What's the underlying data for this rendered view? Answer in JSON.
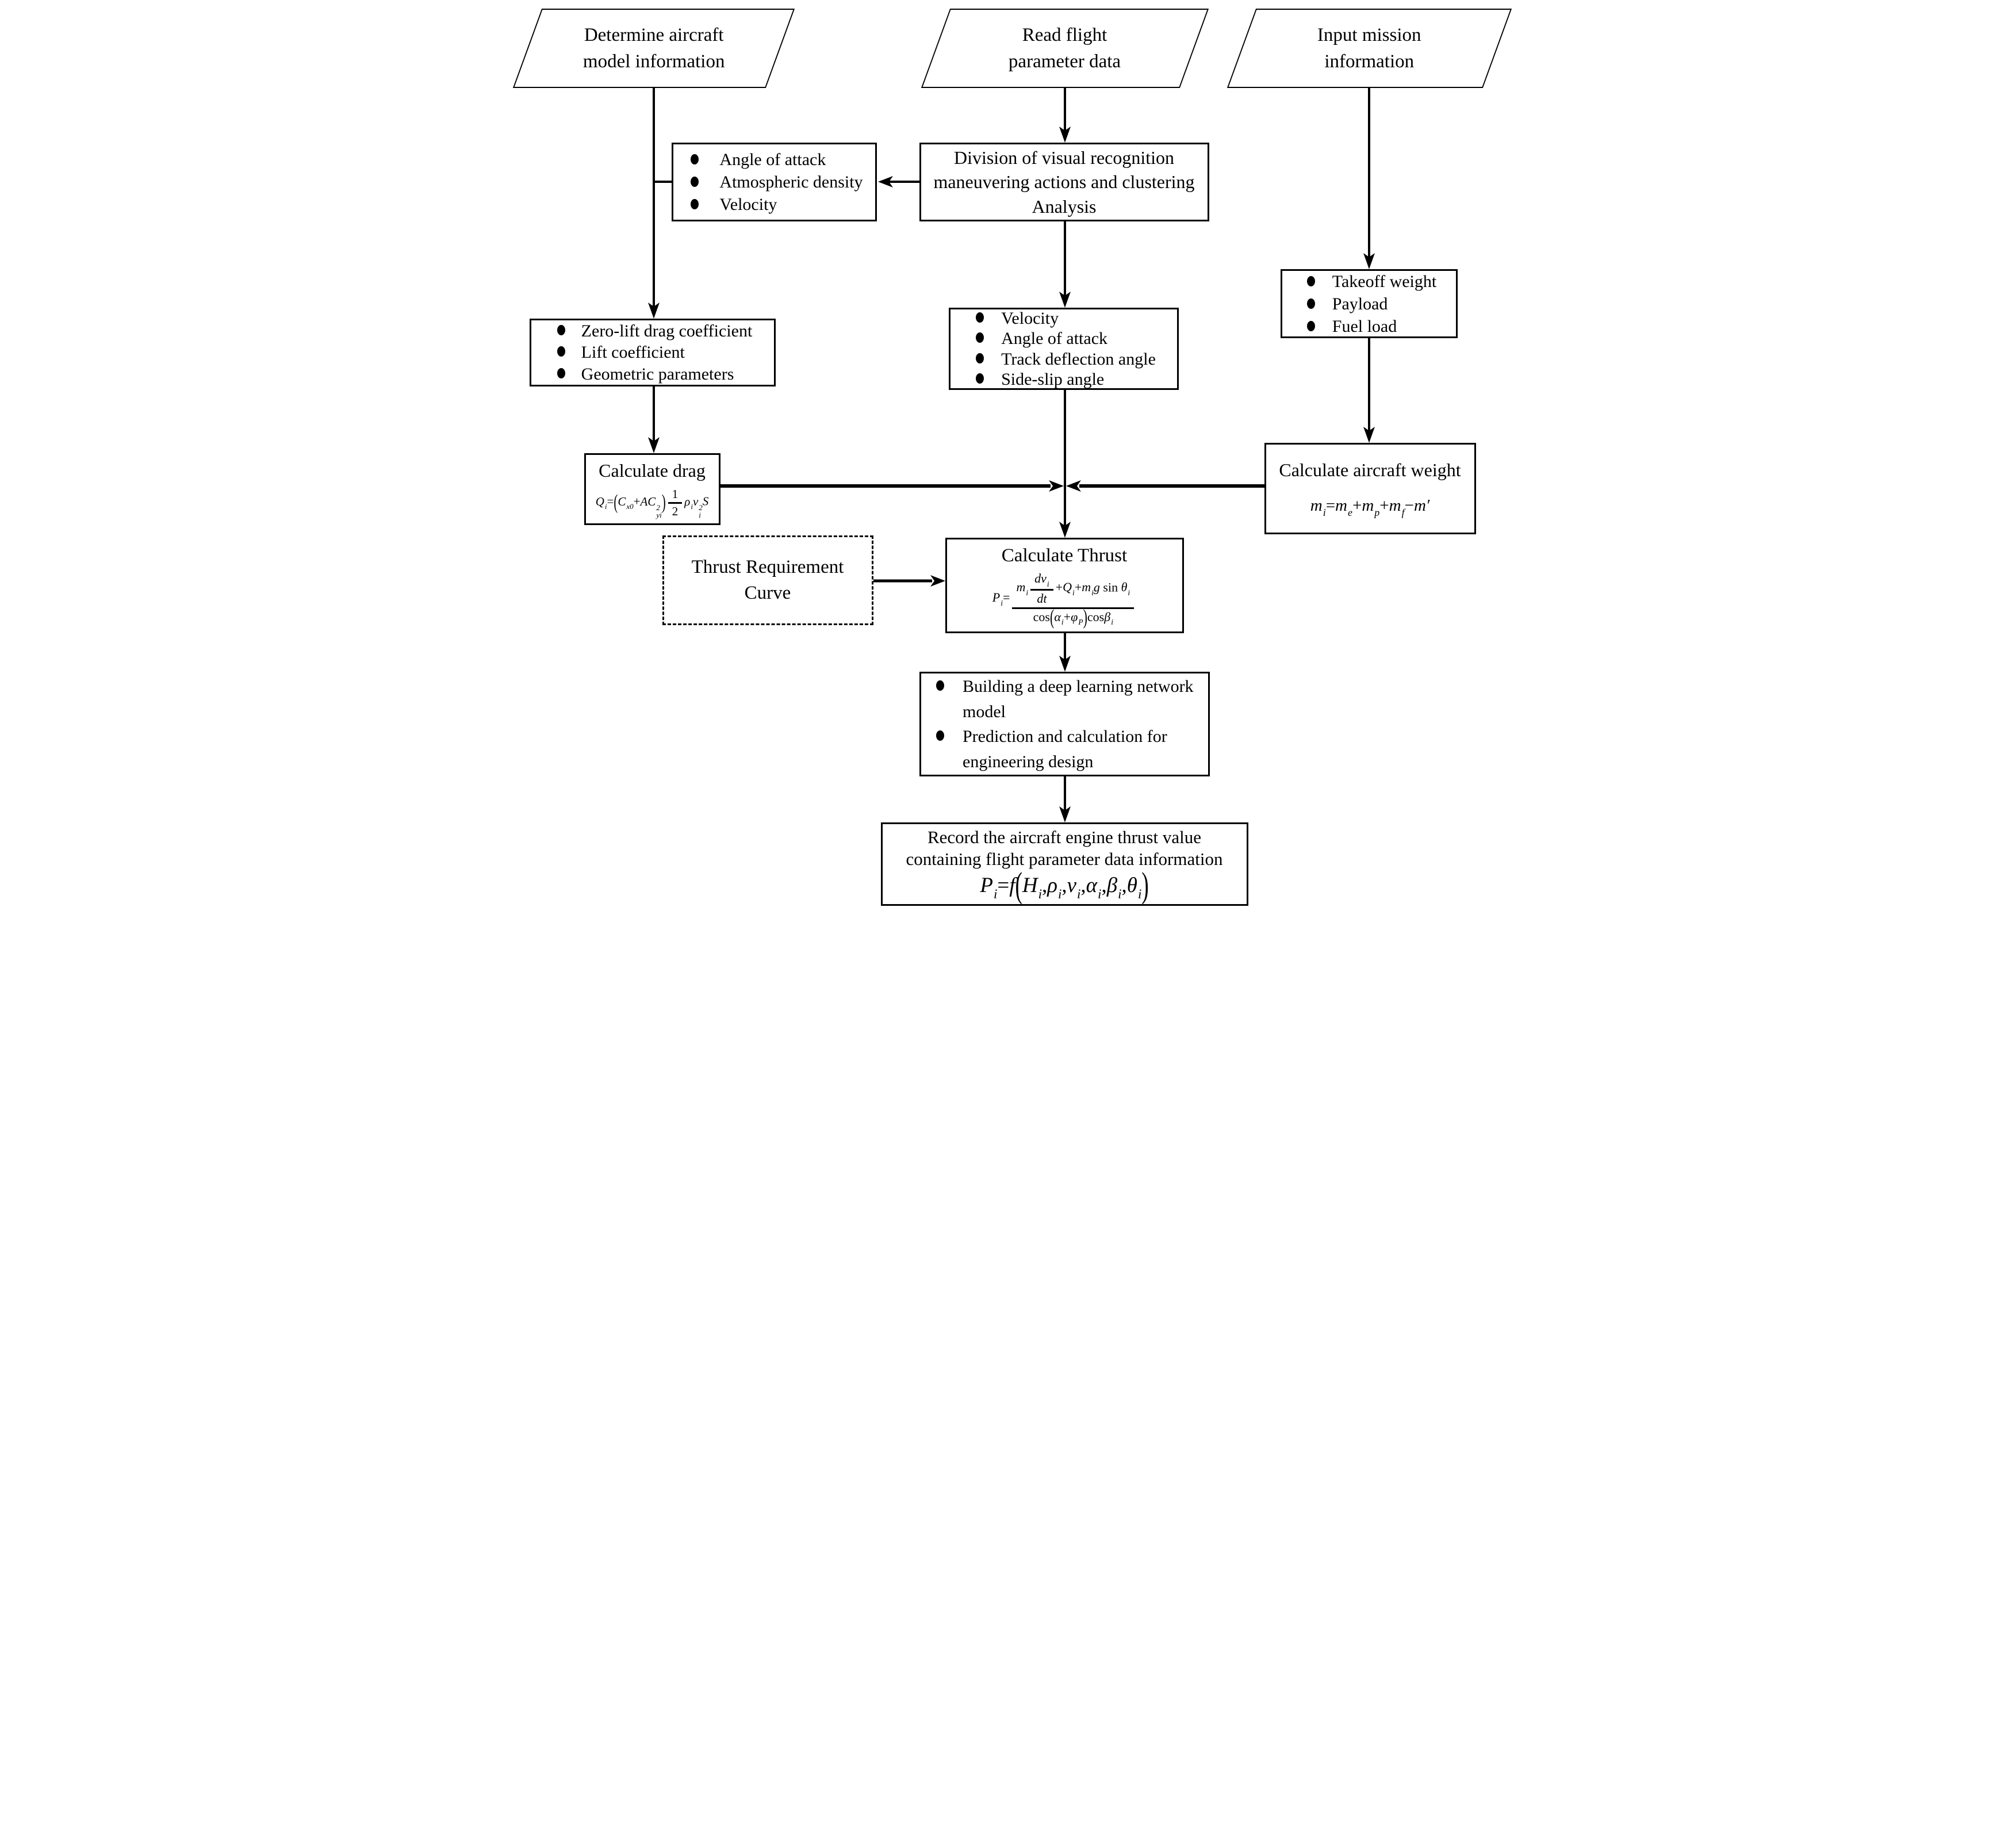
{
  "colors": {
    "ink": "#000000",
    "background": "#ffffff"
  },
  "nodes": {
    "determine": {
      "label": "Determine aircraft\nmodel information"
    },
    "read_flight": {
      "label": "Read flight\nparameter data"
    },
    "input_mission": {
      "label": "Input mission\ninformation"
    },
    "division": {
      "label": "Division of visual recognition\nmaneuvering actions and clustering\nAnalysis"
    },
    "attack_params": {
      "items": [
        "Angle of attack",
        "Atmospheric density",
        "Velocity"
      ]
    },
    "coefficients": {
      "items": [
        "Zero-lift drag coefficient",
        "Lift coefficient",
        "Geometric parameters"
      ]
    },
    "flight_params": {
      "items": [
        "Velocity",
        "Angle of attack",
        "Track deflection angle",
        "Side-slip angle"
      ]
    },
    "mission_params": {
      "items": [
        "Takeoff weight",
        "Payload",
        "Fuel load"
      ]
    },
    "calc_drag": {
      "title": "Calculate drag"
    },
    "calc_weight": {
      "title": "Calculate aircraft weight"
    },
    "thrust_curve": {
      "label": "Thrust Requirement\nCurve"
    },
    "calc_thrust": {
      "title": "Calculate Thrust"
    },
    "deep_learning": {
      "items": [
        "Building a deep learning network model",
        "Prediction and calculation for engineering design"
      ]
    },
    "record": {
      "title": "Record the aircraft engine thrust value\ncontaining flight parameter data information"
    }
  },
  "formulas": {
    "drag": {
      "tokens": [
        {
          "t": "Q",
          "s": "i"
        },
        {
          "t": "=",
          "up": true
        },
        {
          "t": "(",
          "up": true,
          "big": true
        },
        {
          "t": "C",
          "s": "x0"
        },
        {
          "t": "+",
          "up": true
        },
        {
          "t": "AC",
          "sup": "2",
          "s": "yi"
        },
        {
          "t": ")",
          "up": true,
          "big": true
        },
        {
          "frac": {
            "num": [
              {
                "t": "1",
                "up": true
              }
            ],
            "den": [
              {
                "t": "2",
                "up": true
              }
            ]
          }
        },
        {
          "t": "ρ",
          "s": "i"
        },
        {
          "t": "v",
          "sup": "2",
          "s": "i"
        },
        {
          "t": "S"
        }
      ]
    },
    "weight": {
      "tokens": [
        {
          "t": "m",
          "s": "i"
        },
        {
          "t": "=",
          "up": true
        },
        {
          "t": "m",
          "s": "e"
        },
        {
          "t": "+",
          "up": true
        },
        {
          "t": "m",
          "s": "p"
        },
        {
          "t": "+",
          "up": true
        },
        {
          "t": "m",
          "s": "f"
        },
        {
          "t": "−",
          "up": true
        },
        {
          "t": "m′"
        }
      ]
    },
    "thrust": {
      "tokens": [
        {
          "t": "P",
          "s": "i"
        },
        {
          "t": "=",
          "up": true
        },
        {
          "frac": {
            "num": [
              {
                "t": "m",
                "s": "i"
              },
              {
                "frac": {
                  "num": [
                    {
                      "t": "dv",
                      "s": "i"
                    }
                  ],
                  "den": [
                    {
                      "t": "dt"
                    }
                  ]
                }
              },
              {
                "t": "+",
                "up": true
              },
              {
                "t": "Q",
                "s": "i"
              },
              {
                "t": "+",
                "up": true
              },
              {
                "t": "m",
                "s": "i"
              },
              {
                "t": "g"
              },
              {
                "t": " sin ",
                "up": true
              },
              {
                "t": "θ",
                "s": "i"
              }
            ],
            "den": [
              {
                "t": "cos",
                "up": true
              },
              {
                "t": "(",
                "up": true,
                "big": true
              },
              {
                "t": "α",
                "s": "i"
              },
              {
                "t": "+",
                "up": true
              },
              {
                "t": "φ",
                "s": "P"
              },
              {
                "t": ")",
                "up": true,
                "big": true
              },
              {
                "t": "cos",
                "up": true
              },
              {
                "t": "β",
                "s": "i"
              }
            ]
          }
        }
      ]
    },
    "record": {
      "tokens": [
        {
          "t": "P",
          "s": "i"
        },
        {
          "t": "=",
          "up": true
        },
        {
          "t": "f"
        },
        {
          "t": "(",
          "up": true,
          "big": true
        },
        {
          "t": "H",
          "s": "i"
        },
        {
          "t": ",",
          "up": true
        },
        {
          "t": "ρ",
          "s": "i"
        },
        {
          "t": ",",
          "up": true
        },
        {
          "t": "v",
          "s": "i"
        },
        {
          "t": ",",
          "up": true
        },
        {
          "t": "α",
          "s": "i"
        },
        {
          "t": ",",
          "up": true
        },
        {
          "t": "β",
          "s": "i"
        },
        {
          "t": ",",
          "up": true
        },
        {
          "t": "θ",
          "s": "i"
        },
        {
          "t": ")",
          "up": true,
          "big": true
        }
      ]
    }
  }
}
